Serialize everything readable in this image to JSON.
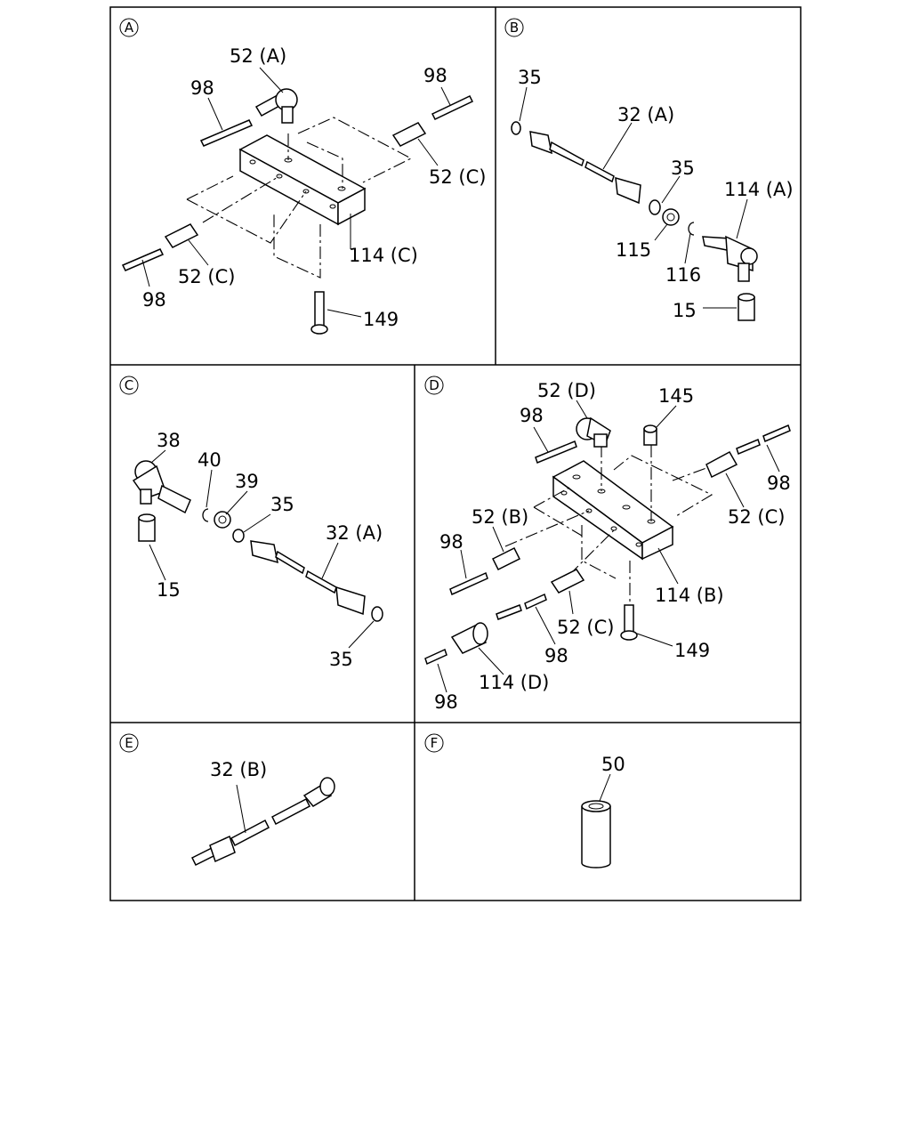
{
  "panels": {
    "A": {
      "letter": "A",
      "labels": {
        "p52a": "52 (A)",
        "p98_left": "98",
        "p98_right": "98",
        "p52c_right": "52 (C)",
        "p52c_left": "52 (C)",
        "p98_bottom": "98",
        "p114c": "114 (C)",
        "p149": "149"
      }
    },
    "B": {
      "letter": "B",
      "labels": {
        "p35_top": "35",
        "p32a": "32 (A)",
        "p35_mid": "35",
        "p114a": "114 (A)",
        "p115": "115",
        "p116": "116",
        "p15": "15"
      }
    },
    "C": {
      "letter": "C",
      "labels": {
        "p38": "38",
        "p40": "40",
        "p39": "39",
        "p35_top": "35",
        "p32a": "32 (A)",
        "p15": "15",
        "p35_bottom": "35"
      }
    },
    "D": {
      "letter": "D",
      "labels": {
        "p52d": "52 (D)",
        "p145": "145",
        "p98_top": "98",
        "p98_right": "98",
        "p52c_right": "52 (C)",
        "p52b": "52 (B)",
        "p98_left": "98",
        "p114b": "114 (B)",
        "p52c_mid": "52 (C)",
        "p98_mid": "98",
        "p149": "149",
        "p114d": "114 (D)",
        "p98_bottom": "98"
      }
    },
    "E": {
      "letter": "E",
      "labels": {
        "p32b": "32 (B)"
      }
    },
    "F": {
      "letter": "F",
      "labels": {
        "p50": "50"
      }
    }
  }
}
